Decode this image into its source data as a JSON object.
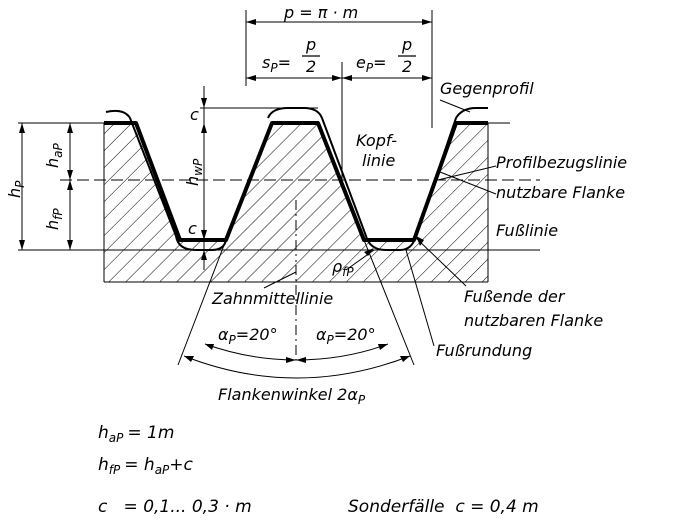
{
  "labels": {
    "pitch_top_p": "p",
    "pitch_top_eq": "=",
    "pitch_top_pi": "π",
    "pitch_top_m": "· m",
    "sp_lhs": "s",
    "sp_sub": "P",
    "sp_eq": "=",
    "sp_num": "p",
    "sp_den": "2",
    "ep_lhs": "e",
    "ep_sub": "P",
    "ep_eq": "=",
    "ep_num": "p",
    "ep_den": "2",
    "gegenprofil": "Gegenprofil",
    "kopflinie_1": "Kopf-",
    "kopflinie_2": "linie",
    "profilbezugslinie": "Profilbezugslinie",
    "nutzbare_flanke": "nutzbare Flanke",
    "fusslinie": "Fußlinie",
    "fussende_1": "Fußende der",
    "fussende_2": "nutzbaren Flanke",
    "fussrundung": "Fußrundung",
    "zahnmittellinie": "Zahnmittellinie",
    "alpha_left": "α",
    "alpha_left_sub": "P",
    "alpha_left_val": "=20°",
    "alpha_right": "α",
    "alpha_right_sub": "P",
    "alpha_right_val": "=20°",
    "flankenwinkel": "Flankenwinkel 2α",
    "flankenwinkel_sub": "P",
    "c_top": "c",
    "c_bottom": "c",
    "h_p": "h",
    "h_p_sub": "P",
    "h_ap": "h",
    "h_ap_sub": "aP",
    "h_fp": "h",
    "h_fp_sub": "fP",
    "h_wp": "h",
    "h_wp_sub": "wP",
    "rho": "ρ",
    "rho_sub": "fP"
  },
  "formulas": {
    "line1": "h",
    "line1_sub": "aP",
    "line1_rest": "= 1m",
    "line2": "h",
    "line2_sub": "fP",
    "line2_mid": "= h",
    "line2_sub2": "aP",
    "line2_rest": "+c",
    "line3_left": "c   = 0,1... 0,3 · m",
    "line3_right": "Sonderfälle  c = 0,4 m"
  }
}
